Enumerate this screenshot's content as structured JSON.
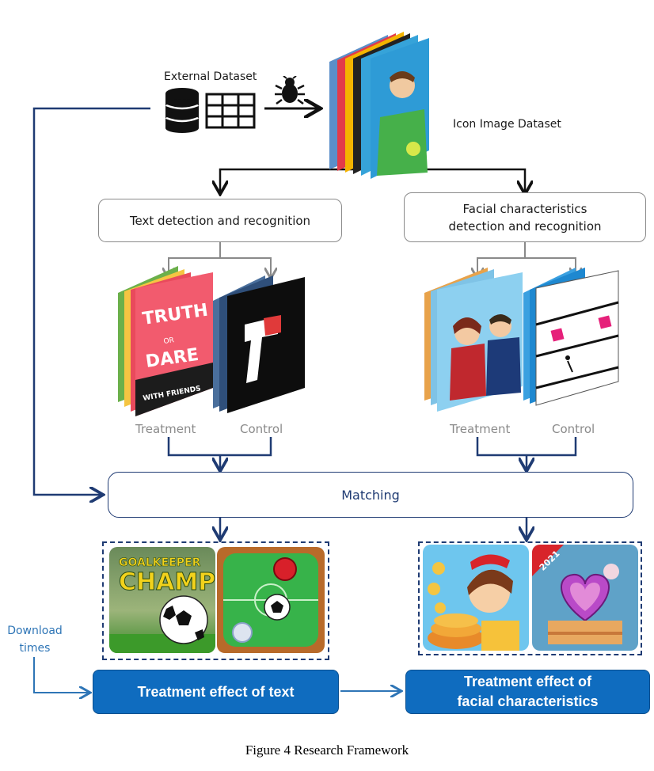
{
  "external_dataset_label": "External Dataset",
  "icon_image_dataset_label": "Icon Image Dataset",
  "text_detection_box": "Text detection and recognition",
  "facial_box_line1": "Facial characteristics",
  "facial_box_line2": "detection and recognition",
  "left_treatment_label": "Treatment",
  "left_control_label": "Control",
  "right_treatment_label": "Treatment",
  "right_control_label": "Control",
  "matching_label": "Matching",
  "download_times_line1": "Download",
  "download_times_line2": "times",
  "result_text_label": "Treatment effect of text",
  "result_facial_line1": "Treatment effect of",
  "result_facial_line2": "facial characteristics",
  "caption": "Figure 4 Research Framework",
  "icon_text": {
    "truth": "TRUTH",
    "or": "OR",
    "dare": "DARE",
    "with_friends": "WITH FRIENDS",
    "goalkeeper": "GOALKEEPER",
    "champ": "CHAMP",
    "year": "2021"
  },
  "colors": {
    "navy": "#1f3b73",
    "blue": "#0f6cbf",
    "light_blue_text": "#2e75b6",
    "gray": "#8a8a8a"
  }
}
